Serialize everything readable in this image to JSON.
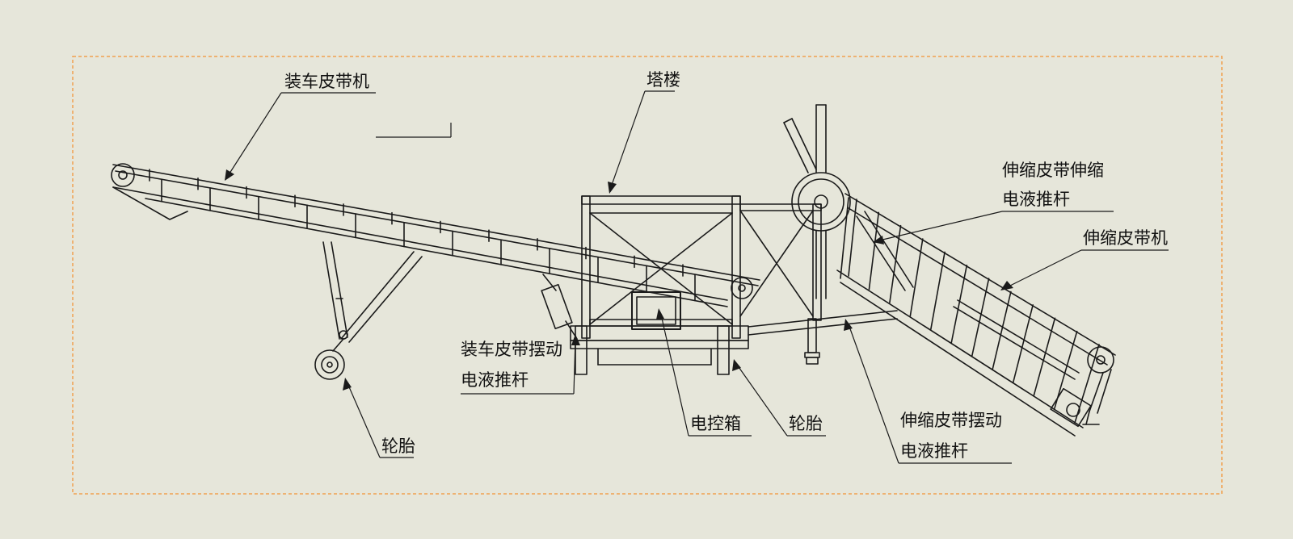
{
  "labels": {
    "loading_belt": "装车皮带机",
    "tower": "塔楼",
    "tele_extend_rod_1": "伸缩皮带伸缩",
    "tele_extend_rod_2": "电液推杆",
    "tele_belt": "伸缩皮带机",
    "loading_swing_rod_1": "装车皮带摆动",
    "loading_swing_rod_2": "电液推杆",
    "wheel_left": "轮胎",
    "control_box": "电控箱",
    "wheel_right": "轮胎",
    "tele_swing_rod_1": "伸缩皮带摆动",
    "tele_swing_rod_2": "电液推杆"
  },
  "colors": {
    "background": "#e6e6da",
    "frame_border": "#f0a050",
    "line": "#1a1a1a",
    "text": "#111111"
  }
}
